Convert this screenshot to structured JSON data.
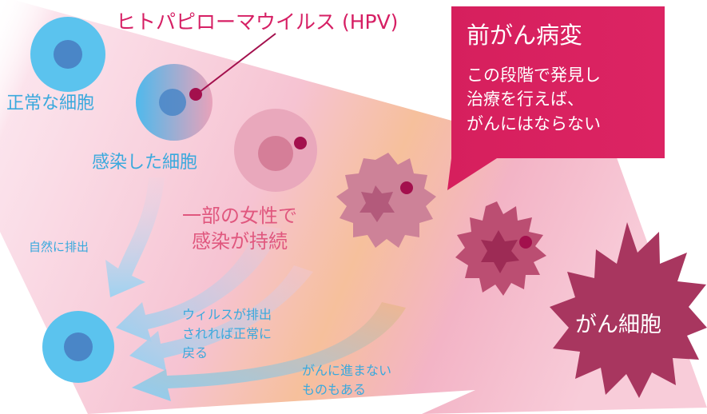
{
  "labels": {
    "hpv": "ヒトパピローマウイルス (HPV)",
    "normal_cell": "正常な細胞",
    "infected_cell": "感染した細胞",
    "persistent_infection": "一部の女性で\n感染が持続",
    "natural_elimination": "自然に排出",
    "virus_eliminated": "ウィルスが排出\nされれば正常に\n戻る",
    "not_progressing": "がんに進まない\nものもある",
    "precancer_title": "前がん病変",
    "precancer_body": "この段階で発見し\n治療を行えば、\nがんにはならない",
    "cancer_cell": "がん細胞"
  },
  "colors": {
    "normal_blue": "#5bc3ee",
    "normal_nucleus": "#4a86c7",
    "virus_dot": "#a3104d",
    "callout_magenta": "#d81b5e",
    "cancer_dark": "#a8365f",
    "persistent_text": "#e0577e"
  },
  "icons": {
    "normal_cell": "blue-cell-icon",
    "virus": "virus-dot-icon",
    "cancer_cell": "spiky-cancer-cell-icon"
  }
}
